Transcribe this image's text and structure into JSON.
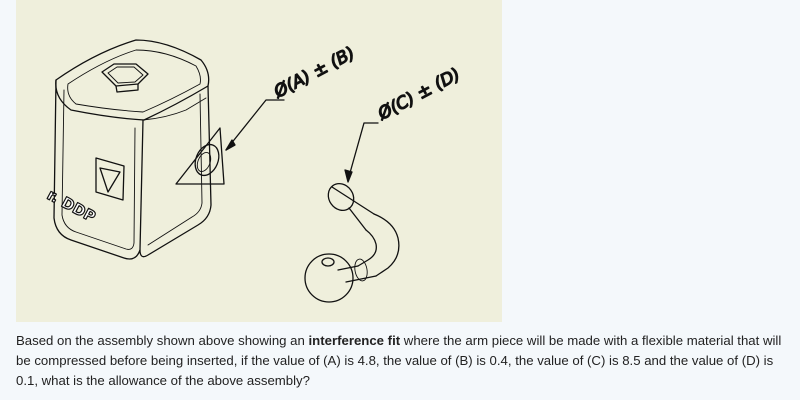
{
  "figure": {
    "label_a": "Ø(A) ± (B)",
    "label_c": "Ø(C) ± (D)",
    "block_engraving": "r. DDP"
  },
  "question": {
    "part1": "Based on the assembly shown above showing an ",
    "emphasis": "interference fit",
    "part2": " where the arm piece will be made with a flexible material that will be compressed before being inserted, if the value of (A) is 4.8, the value of (B) is 0.4, the value of (C) is 8.5 and the value of (D) is 0.1, what is the allowance of the above assembly?"
  },
  "colors": {
    "figure_background": "#efefdc",
    "page_background": "#f4f8fb",
    "line": "#111111"
  }
}
